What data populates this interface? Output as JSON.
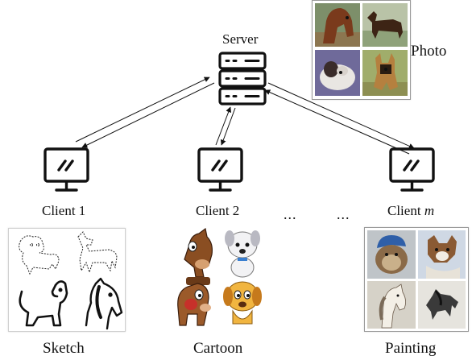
{
  "server": {
    "label": "Server",
    "icon": "server-icon"
  },
  "clients": [
    {
      "label": "Client 1",
      "icon": "monitor-icon"
    },
    {
      "label": "Client 2",
      "icon": "monitor-icon"
    },
    {
      "label_prefix": "Client ",
      "label_var": "m",
      "icon": "monitor-icon"
    }
  ],
  "ellipsis": [
    "...",
    "..."
  ],
  "domains": {
    "photo": "Photo",
    "sketch": "Sketch",
    "cartoon": "Cartoon",
    "painting": "Painting"
  },
  "colors": {
    "stroke": "#111111"
  }
}
